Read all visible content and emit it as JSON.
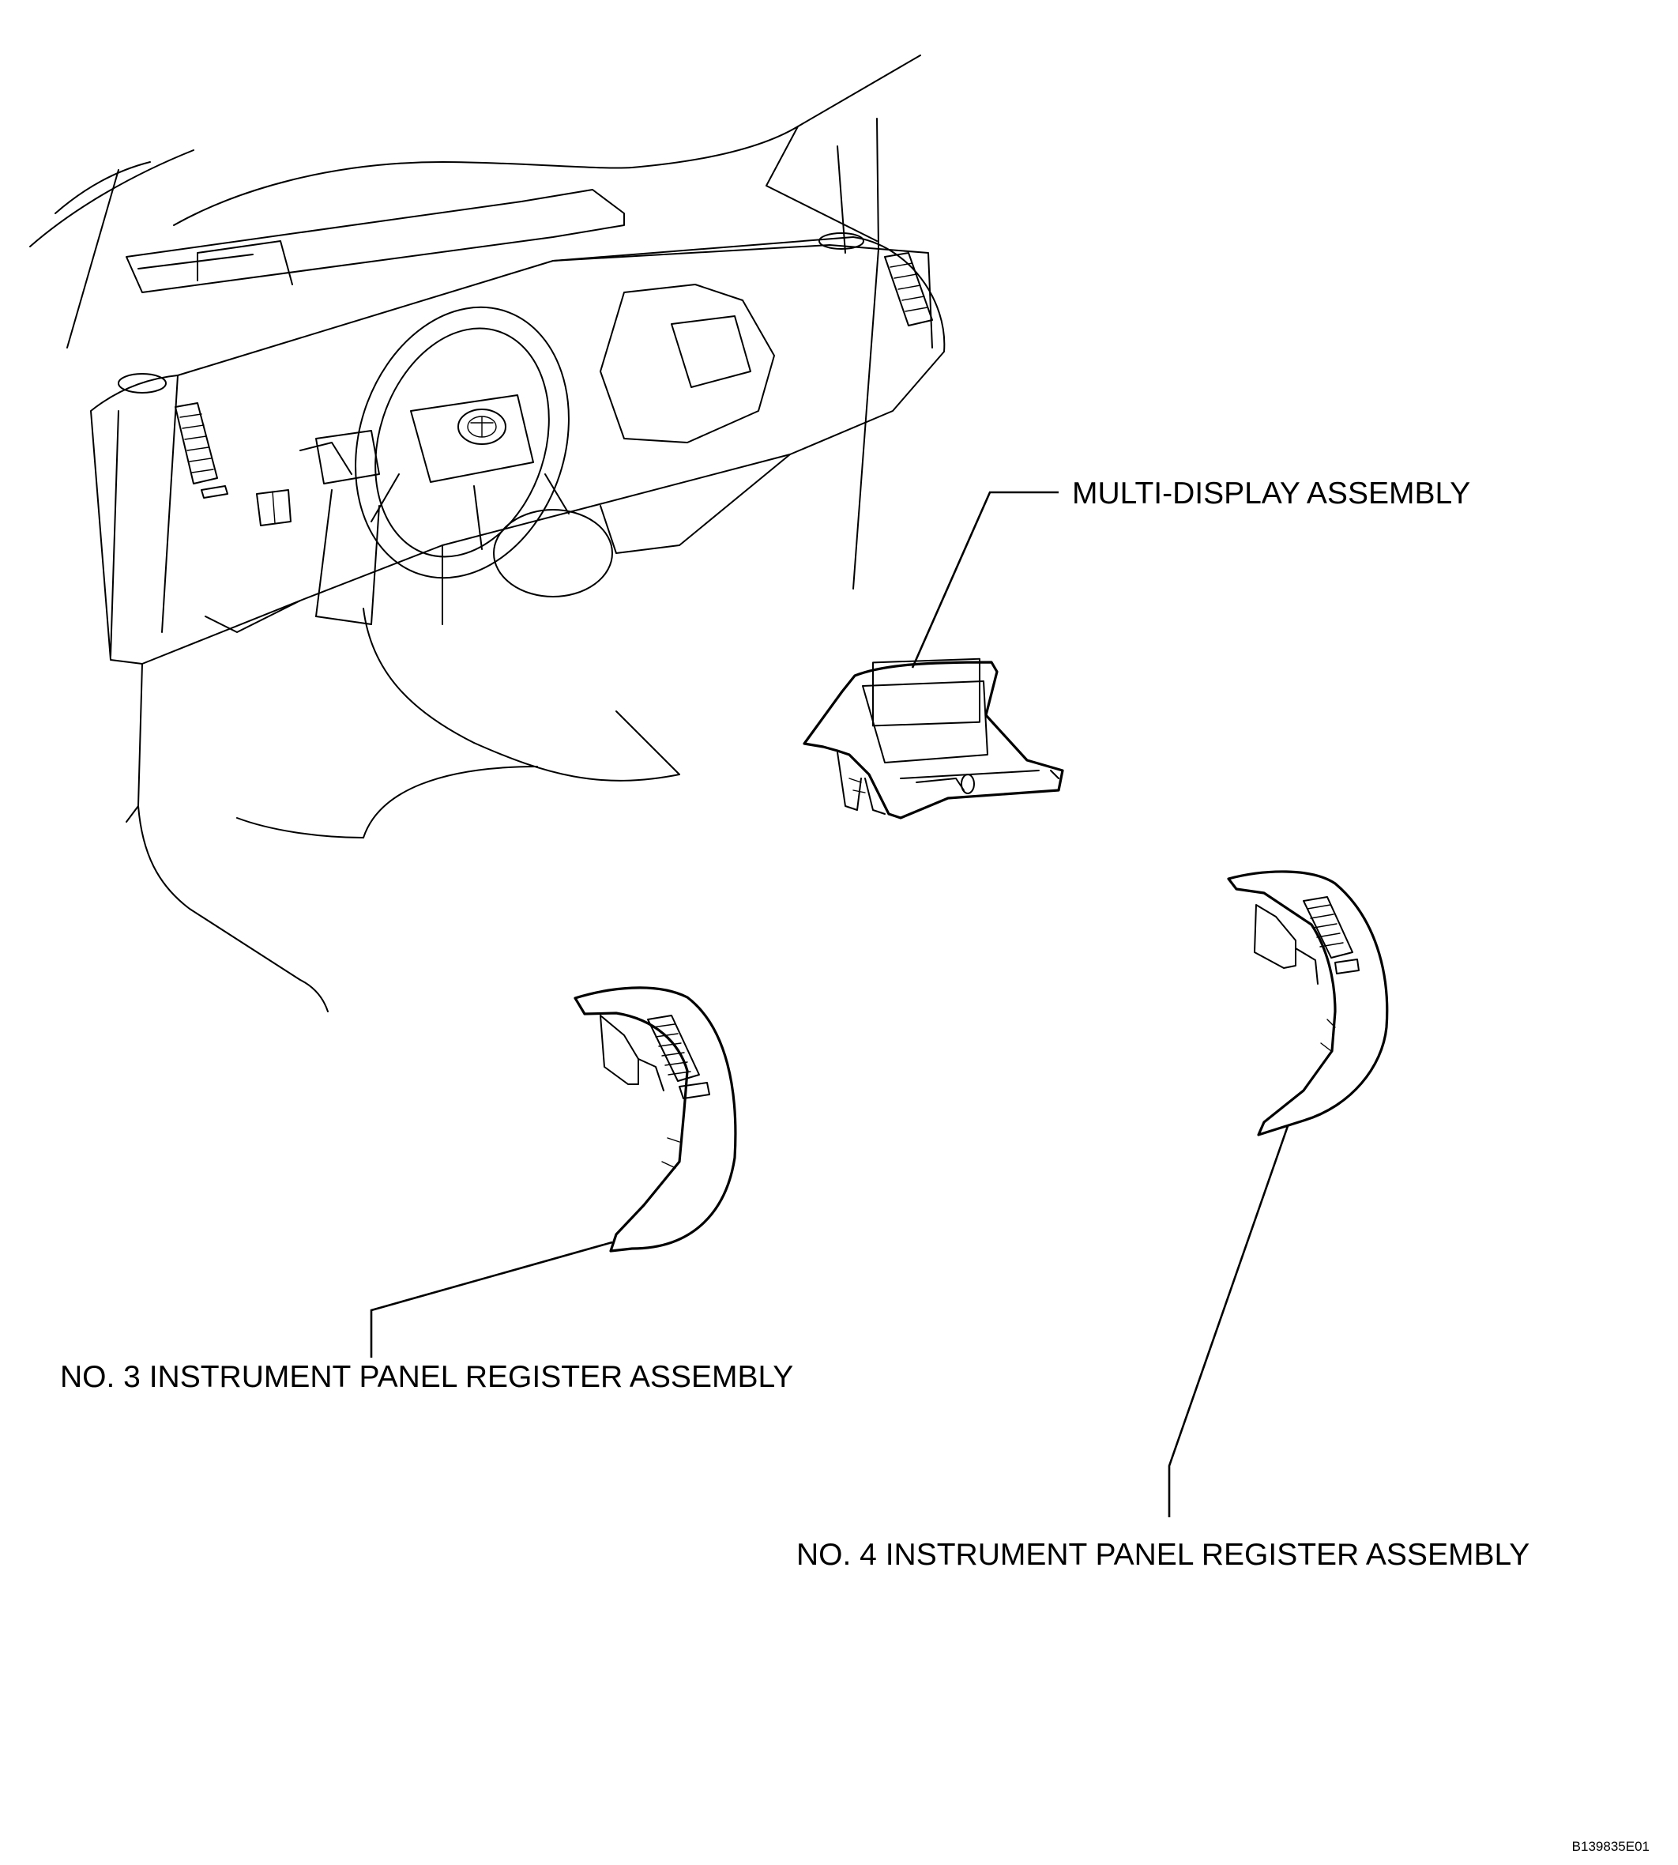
{
  "labels": {
    "multi_display": "MULTI-DISPLAY ASSEMBLY",
    "no3_register": "NO. 3 INSTRUMENT PANEL REGISTER ASSEMBLY",
    "no4_register": "NO. 4 INSTRUMENT PANEL REGISTER ASSEMBLY"
  },
  "figure_id": "B139835E01"
}
